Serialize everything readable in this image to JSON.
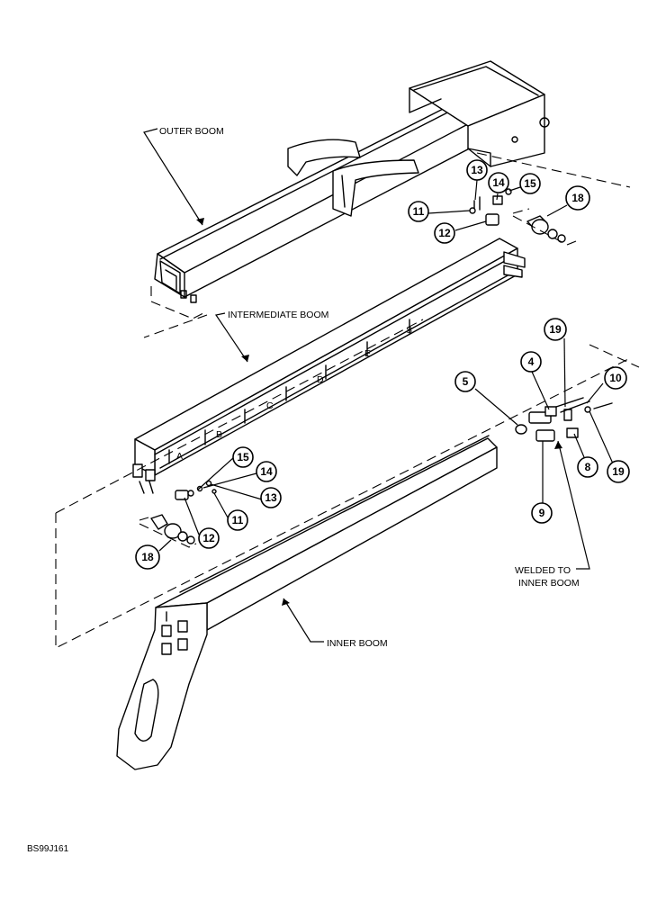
{
  "labels": {
    "outer_boom": "OUTER BOOM",
    "intermediate_boom": "INTERMEDIATE BOOM",
    "inner_boom": "INNER BOOM",
    "welded_line1": "WELDED TO",
    "welded_line2": "INNER BOOM",
    "figure_id": "BS99J161"
  },
  "boom_letters": [
    "A",
    "B",
    "C",
    "D",
    "E",
    "S"
  ],
  "callouts": [
    "13",
    "14",
    "15",
    "11",
    "12",
    "18",
    "19",
    "4",
    "10",
    "5",
    "8",
    "9",
    "19",
    "15",
    "14",
    "13",
    "11",
    "12",
    "18"
  ]
}
